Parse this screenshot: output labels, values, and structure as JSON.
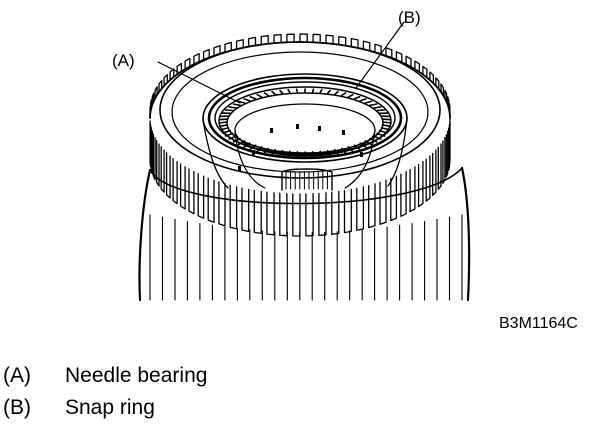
{
  "callouts": {
    "a": "(A)",
    "b": "(B)"
  },
  "figure_code": "B3M1164C",
  "legend": [
    {
      "key": "(A)",
      "text": "Needle bearing"
    },
    {
      "key": "(B)",
      "text": "Snap ring"
    }
  ]
}
